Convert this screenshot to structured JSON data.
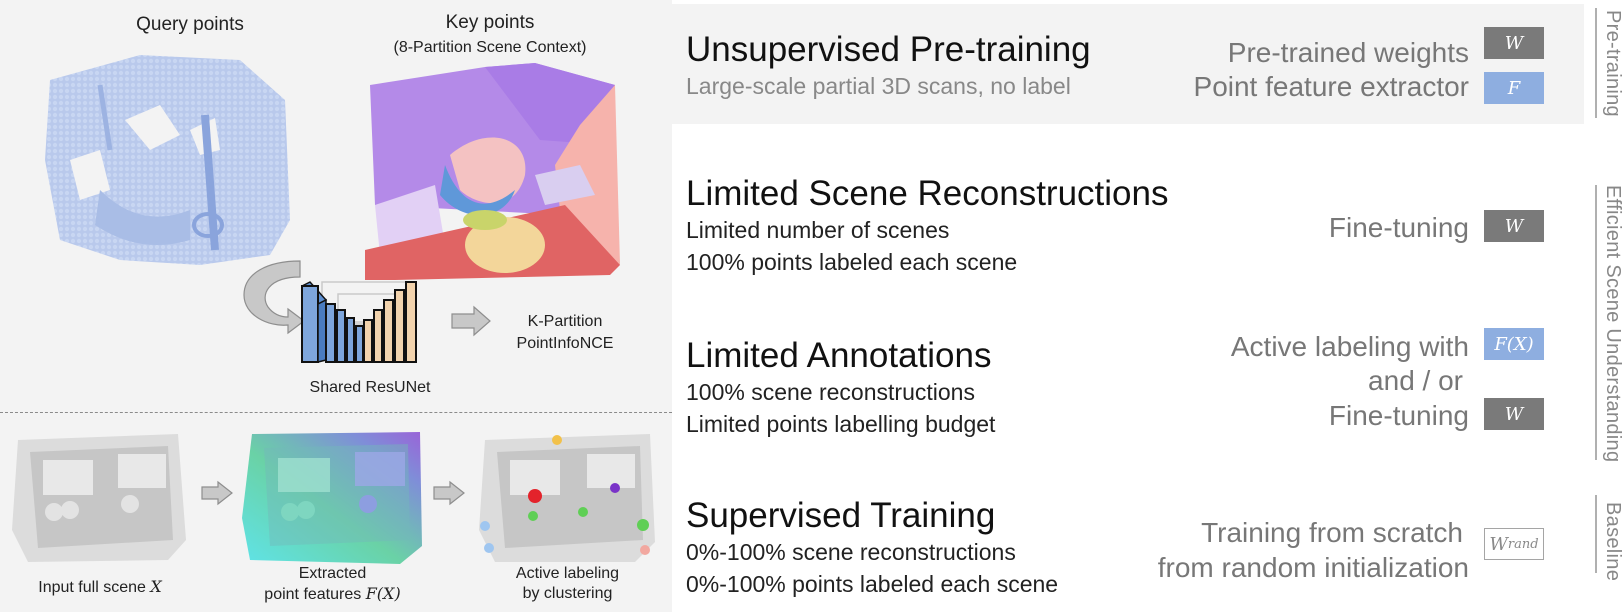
{
  "left_panel": {
    "pretraining_diagram": {
      "query_points_label": "Query points",
      "key_points_label": "Key points",
      "key_points_sublabel": "(8-Partition Scene Context)",
      "network_label": "Shared ResUNet",
      "loss_label_line1": "K-Partition",
      "loss_label_line2": "PointInfoNCE"
    },
    "active_labeling_pipeline": {
      "step1_label": "Input full scene ",
      "step1_math": "X",
      "step2_label_line1": "Extracted",
      "step2_label_line2": "point features ",
      "step2_math": "F(X)",
      "step3_label_line1": "Active labeling",
      "step3_label_line2": "by clustering"
    }
  },
  "sections": [
    {
      "title": "Unsupervised Pre-training",
      "lines": [
        "Large-scale partial 3D scans, no label"
      ],
      "right_labels": [
        "Pre-trained weights",
        "Point feature extractor"
      ],
      "boxes": [
        "W",
        "F"
      ]
    },
    {
      "title": "Limited Scene Reconstructions",
      "lines": [
        "Limited number of scenes",
        "100% points labeled each scene"
      ],
      "right_labels": [
        "Fine-tuning"
      ],
      "boxes": [
        "W"
      ]
    },
    {
      "title": "Limited Annotations",
      "lines": [
        "100% scene reconstructions",
        "Limited points labelling budget"
      ],
      "right_labels": [
        "Active labeling with",
        "and / or",
        "Fine-tuning"
      ],
      "boxes": [
        "F(X)",
        "W"
      ]
    },
    {
      "title": "Supervised Training",
      "lines": [
        "0%-100% scene reconstructions",
        "0%-100% points labeled each scene"
      ],
      "right_labels": [
        "Training from scratch",
        "from random initialization"
      ],
      "boxes": [
        "W",
        "rand"
      ]
    }
  ],
  "side_groups": [
    {
      "label": "Pre-training"
    },
    {
      "label": "Efficient Scene Understanding"
    },
    {
      "label": "Baseline"
    }
  ],
  "colors": {
    "weights_box": "#7a7a7a",
    "feature_box": "#8eaee0",
    "encoder_blue": "#7ea6dc",
    "decoder_tan": "#f2d3ad",
    "floor_red": "#e06464",
    "wall_purple": "#b48ae8"
  }
}
